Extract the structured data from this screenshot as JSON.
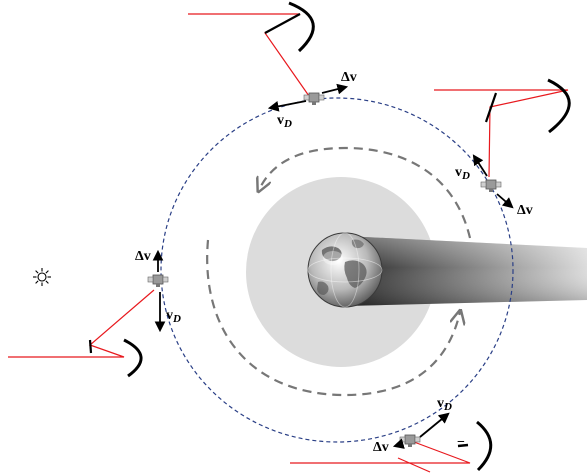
{
  "labels": {
    "delta_v": "Δv",
    "v_drag_main": "v",
    "v_drag_sub": "D",
    "minus_sign": "−"
  },
  "icons": {
    "sun": "sun-icon",
    "earth": "earth-globe-icon",
    "satellite": "satellite-icon",
    "ground_station_dish": "dish-antenna-icon"
  },
  "colors": {
    "beam": "#e8191e",
    "orbit_outer": "#2a3f86",
    "orbit_inner": "#777777",
    "atmosphere": "#dcdcdc",
    "arrow": "#000000"
  }
}
